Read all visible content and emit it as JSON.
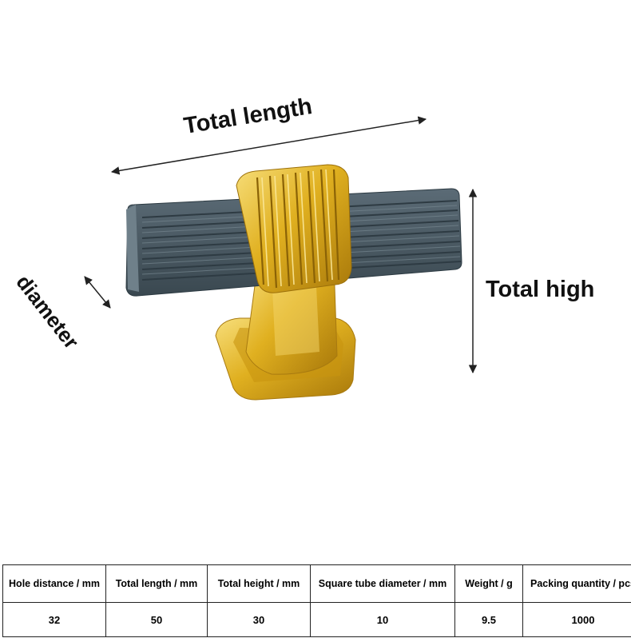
{
  "labels": {
    "total_length": "Total length",
    "total_high": "Total high",
    "diameter": "diameter"
  },
  "table": {
    "headers": [
      "Hole distance / mm",
      "Total length / mm",
      "Total height / mm",
      "Square tube diameter / mm",
      "Weight / g",
      "Packing quantity / pcs"
    ],
    "values": [
      "32",
      "50",
      "30",
      "10",
      "9.5",
      "1000"
    ]
  },
  "colors": {
    "bar": "#4a5a64",
    "gold": "#e0b020"
  }
}
